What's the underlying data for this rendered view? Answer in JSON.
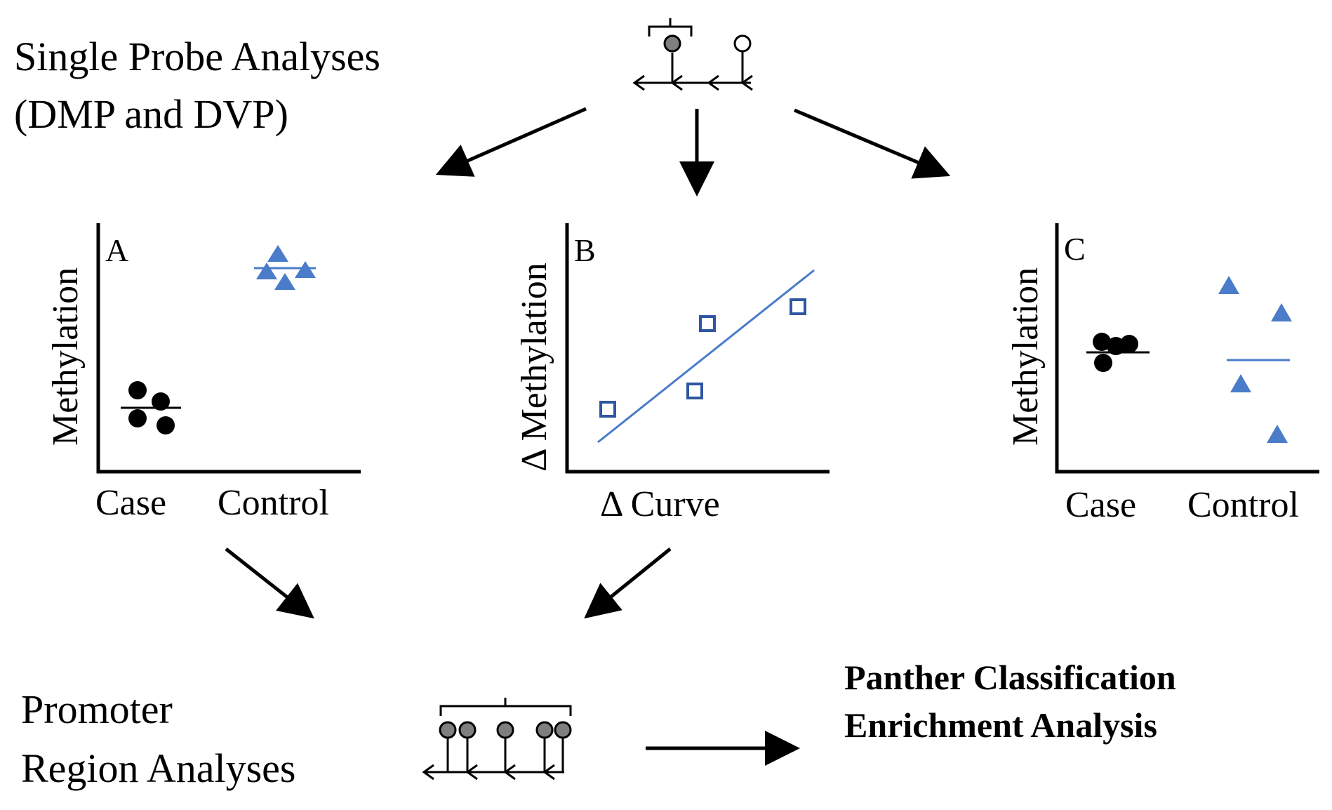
{
  "header": {
    "title_line1": "Single Probe Analyses",
    "title_line2": "(DMP and DVP)"
  },
  "panel_a": {
    "letter": "A",
    "ylabel": "Methylation",
    "xlabel_case": "Case",
    "xlabel_control": "Control"
  },
  "panel_b": {
    "letter": "B",
    "ylabel": "Δ  Methylation",
    "xlabel": "Δ Curve"
  },
  "panel_c": {
    "letter": "C",
    "ylabel": "Methylation",
    "xlabel_case": "Case",
    "xlabel_control": "Control"
  },
  "footer": {
    "promoter_line1": "Promoter",
    "promoter_line2": "Region Analyses",
    "panther_line1": "Panther Classification",
    "panther_line2": "Enrichment Analysis"
  },
  "colors": {
    "blue_fill": "#4a7cc9",
    "blue_square": "#2f56a3",
    "black": "#000000",
    "grey_probe": "#7f7f7f"
  }
}
